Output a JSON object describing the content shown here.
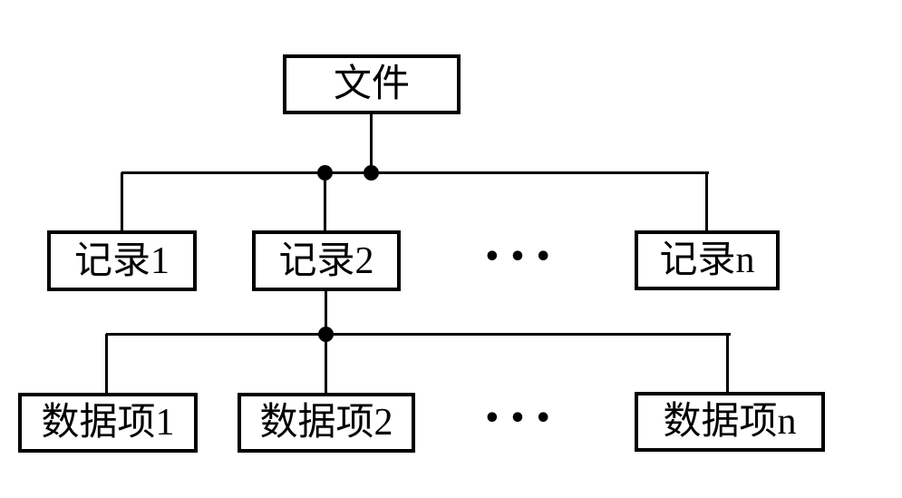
{
  "diagram": {
    "root": {
      "label": "文件"
    },
    "records": {
      "node1": {
        "label": "记录1"
      },
      "node2": {
        "label": "记录2"
      },
      "noden": {
        "label": "记录n"
      },
      "ellipsis": "•••"
    },
    "data_items": {
      "node1": {
        "label": "数据项1"
      },
      "node2": {
        "label": "数据项2"
      },
      "noden": {
        "label": "数据项n"
      },
      "ellipsis": "•••"
    },
    "colors": {
      "line": "#000000",
      "box_border": "#000000",
      "text": "#000000",
      "background": "#ffffff"
    }
  }
}
